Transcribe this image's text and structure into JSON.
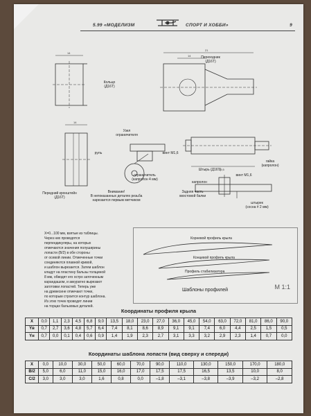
{
  "header": {
    "left": "5.99 «МОДЕЛИЗМ",
    "right": "СПОРТ И ХОББИ»",
    "page": "9"
  },
  "drawing_labels": {
    "ring": "Кольцо\n(Д16Т)",
    "adapter": "Переходник\n(Д16Т)",
    "bracket": "Передний кронштейн\n(Д16Т)",
    "limiter_unit": "Узел\nограничителя",
    "wheel": "руль",
    "screw": "винт М1,6",
    "limiter": "ограничитель\n(капролон 4 мм)",
    "note": "Внимание!\nВ непоказанных деталях резьба\nнарезается первым метчиком",
    "nut": "гайка\n(капролон)",
    "pin": "Штырь (Д16Т)",
    "screw2": "винт М1,6",
    "kaprolon": "капролон",
    "rear": "Задняя часть\nхвостовой балки",
    "pin2": "штырек\n(сосна # 2 мм)"
  },
  "intro": [
    "X=0...100 мм, взятые из таблицы.",
    "Через них проводятся",
    "перпендикуляры, на которых",
    "отмечаются значения полуширины",
    "лопасти (В/2) в обе стороны",
    "от осевой линии. Отмеченные точки",
    "соединяются плавной кривой,",
    "и шаблон вырезается. Затем шаблон",
    "кладут на пластину бальзы толщиной",
    "8 мм, обводят его остро заточенным",
    "карандашом, и аккуратно вырезают",
    "заготовки лопастей. Теперь уже",
    "на древесине отмечают точки,",
    "по которым строится контур шаблона.",
    "Из этих точек проводят линии",
    "на торцах бальзовых деталей."
  ],
  "profiles": {
    "root": "Корневой профиль крыла",
    "tip": "Концевой профиль крыла",
    "stab": "Профиль стабилизатора",
    "templates": "Шаблоны профилей",
    "scale": "М 1:1"
  },
  "wing_table": {
    "caption": "Координаты профиля крыла",
    "rows": [
      [
        "X",
        "0,0",
        "1,1",
        "2,3",
        "4,5",
        "6,8",
        "9,0",
        "13,5",
        "18,0",
        "23,0",
        "27,0",
        "36,0",
        "45,0",
        "54,0",
        "63,0",
        "72,0",
        "81,0",
        "86,0",
        "90,0"
      ],
      [
        "Yв",
        "0,7",
        "2,7",
        "3,6",
        "4,8",
        "5,7",
        "6,4",
        "7,4",
        "8,1",
        "8,6",
        "8,9",
        "9,1",
        "9,1",
        "7,4",
        "6,0",
        "4,4",
        "2,5",
        "1,5",
        "0,5"
      ],
      [
        "Yн",
        "0,7",
        "0,0",
        "0,1",
        "0,4",
        "0,6",
        "0,9",
        "1,4",
        "1,9",
        "2,3",
        "2,7",
        "3,1",
        "3,3",
        "3,2",
        "2,9",
        "2,3",
        "1,4",
        "0,7",
        "0,0"
      ]
    ]
  },
  "blade_table": {
    "caption": "Координаты шаблона лопасти (вид сверху и спереди)",
    "rows": [
      [
        "X",
        "0,0",
        "10,0",
        "30,0",
        "50,0",
        "60,0",
        "70,0",
        "90,0",
        "110,0",
        "130,0",
        "150,0",
        "170,0",
        "180,0"
      ],
      [
        "В/2",
        "5,0",
        "6,0",
        "11,0",
        "15,0",
        "16,0",
        "17,0",
        "17,5",
        "17,5",
        "16,5",
        "13,5",
        "10,0",
        "8,0"
      ],
      [
        "С/2",
        "3,0",
        "3,0",
        "3,0",
        "1,6",
        "0,8",
        "0,0",
        "–1,8",
        "–3,1",
        "–3,8",
        "–3,9",
        "–3,2",
        "–2,8"
      ]
    ]
  }
}
